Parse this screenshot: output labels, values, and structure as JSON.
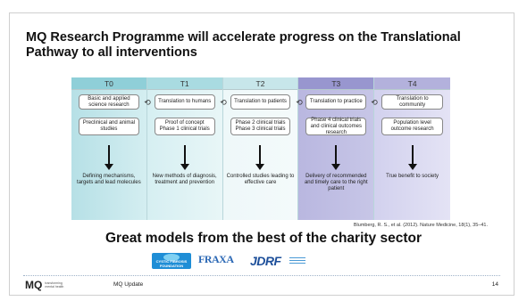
{
  "slide": {
    "title": "MQ Research Programme will accelerate progress on the Translational Pathway to all interventions",
    "citation": "Blumberg, R. S., et al. (2012). Nature Medicine, 18(1), 35–41.",
    "subtitle": "Great models from the best of the charity sector",
    "page_number": "14"
  },
  "pathway": {
    "stages": [
      {
        "id": "T0",
        "top": "Basic and applied science research",
        "mid": "Preclinical and animal studies",
        "outcome": "Defining mechanisms, targets and lead molecules"
      },
      {
        "id": "T1",
        "top": "Translation to humans",
        "mid": "Proof of concept Phase 1 clinical trials",
        "outcome": "New methods of diagnosis, treatment and prevention"
      },
      {
        "id": "T2",
        "top": "Translation to patients",
        "mid": "Phase 2 clinical trials Phase 3 clinical trials",
        "outcome": "Controlled studies leading to effective care"
      },
      {
        "id": "T3",
        "top": "Translation to practice",
        "mid": "Phase 4 clinical trials and clinical outcomes research",
        "outcome": "Delivery of recommended and timely care to the right patient"
      },
      {
        "id": "T4",
        "top": "Translation to community",
        "mid": "Population level outcome research",
        "outcome": "True benefit to society"
      }
    ]
  },
  "logos": {
    "cystic_fibrosis": "CYSTIC FIBROSIS FOUNDATION",
    "fraxa": "FRAXA",
    "jdrf": "JDRF"
  },
  "footer": {
    "logo_text": "MQ",
    "logo_tagline": "transforming mental health",
    "label": "MQ Update"
  },
  "colors": {
    "teal": "#8fcfd8",
    "purple": "#9896cf",
    "jdrf_blue": "#1d4f9a",
    "cf_blue": "#1f8ed6"
  }
}
